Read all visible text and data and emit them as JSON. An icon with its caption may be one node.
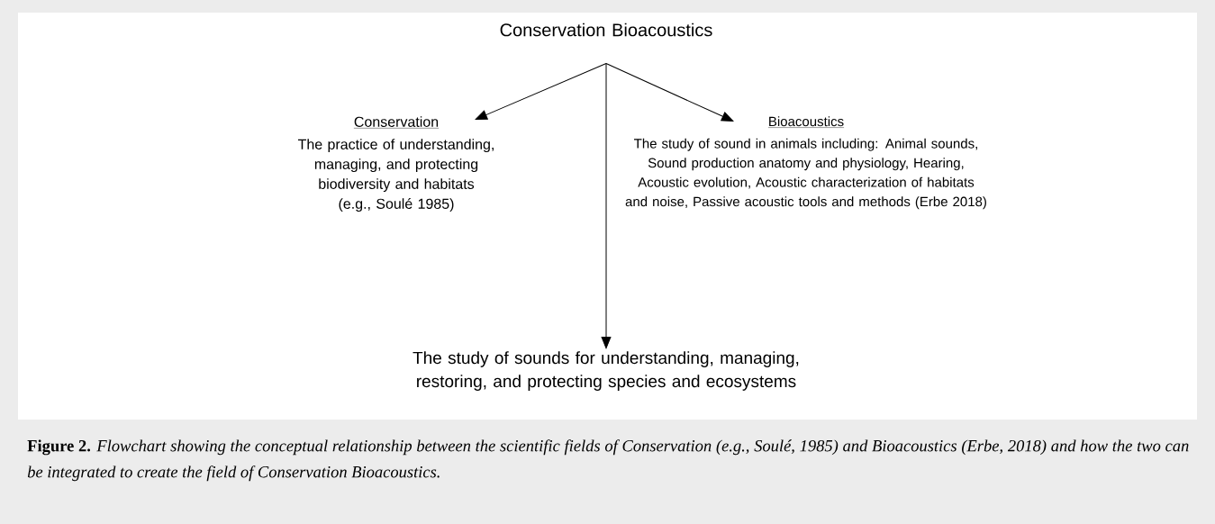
{
  "diagram": {
    "caption": "**Figure 2.** *Flowchart showing the conceptual relationship between the scientific fields of Conservation (e.g., Soulé, 1985) and Bioacoustics (Erbe, 2018) and how the two can be integrated to create the field of Conservation Bioacoustics.*",
    "nodes": [
      {
        "text": [
          "Conservation Bioacoustics"
        ]
      },
      {
        "text": [
          "Conservation",
          "The practice of understanding, managing, and protecting biodiversity and habitats (e.g., Soulé 1985)"
        ]
      },
      {
        "text": [
          "Bioacoustics",
          "The study of sound in animals including: Animal sounds, Sound production anatomy and physiology,  Hearing, Acoustic evolution, Acoustic characterization of habitats and noise, Passive acoustic tools and methods (Erbe 2018)"
        ]
      },
      {
        "text": [
          "The study of sounds for understanding, managing, restoring, and protecting species and ecosystems"
        ]
      }
    ],
    "edges": [
      {
        "from": 0,
        "to": 1,
        "arrow": "to"
      },
      {
        "from": 0,
        "to": 2,
        "arrow": "to"
      },
      {
        "from": 0,
        "to": 3,
        "arrow": "to"
      }
    ]
  }
}
